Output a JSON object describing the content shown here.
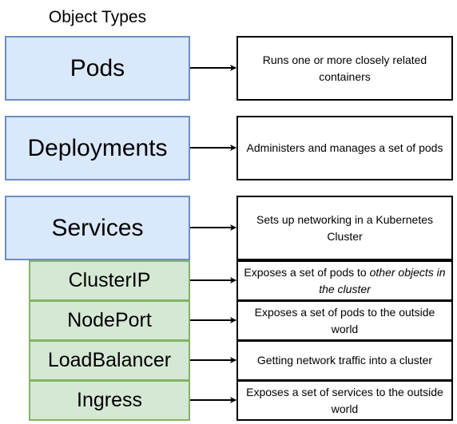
{
  "title": "Object Types",
  "objects": [
    {
      "name": "Pods",
      "description": "Runs one or more closely related containers"
    },
    {
      "name": "Deployments",
      "description": "Administers and manages a set of pods"
    },
    {
      "name": "Services",
      "description": "Sets up networking in a Kubernetes Cluster"
    }
  ],
  "service_types": [
    {
      "name": "ClusterIP",
      "description_prefix": "Exposes a set of pods to ",
      "description_emphasis": "other objects in the cluster"
    },
    {
      "name": "NodePort",
      "description": "Exposes a set of pods to the outside world"
    },
    {
      "name": "LoadBalancer",
      "description": "Getting network traffic into a cluster"
    },
    {
      "name": "Ingress",
      "description": "Exposes a set of services to the outside world"
    }
  ],
  "colors": {
    "object_fill": "#dae8fc",
    "object_stroke": "#6c8ebf",
    "service_type_fill": "#d5e8d4",
    "service_type_stroke": "#82b366"
  }
}
